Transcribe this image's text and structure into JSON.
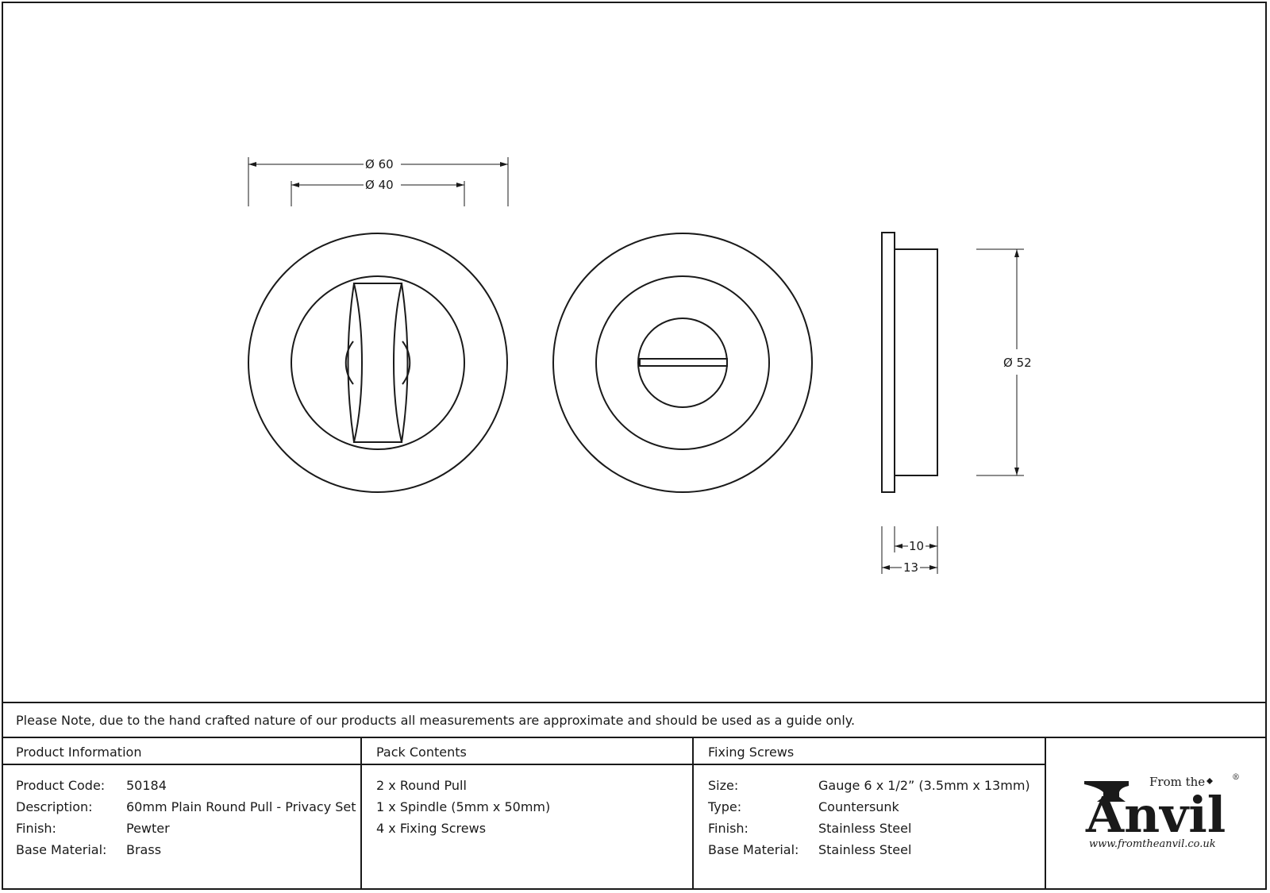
{
  "dimensions": {
    "outer_diameter": "Ø 60",
    "inner_diameter": "Ø 40",
    "height_diameter": "Ø 52",
    "depth_inner": "10",
    "depth_total": "13"
  },
  "note": "Please Note, due to the hand crafted nature of our products all measurements are approximate and should be used as a guide only.",
  "product_information": {
    "heading": "Product Information",
    "rows": [
      {
        "label": "Product Code:",
        "value": "50184"
      },
      {
        "label": "Description:",
        "value": "60mm Plain Round Pull - Privacy Set"
      },
      {
        "label": "Finish:",
        "value": "Pewter"
      },
      {
        "label": "Base Material:",
        "value": "Brass"
      }
    ]
  },
  "pack_contents": {
    "heading": "Pack Contents",
    "items": [
      "2 x Round Pull",
      "1 x Spindle (5mm x 50mm)",
      "4 x Fixing Screws"
    ]
  },
  "fixing_screws": {
    "heading": "Fixing Screws",
    "rows": [
      {
        "label": "Size:",
        "value": "Gauge 6 x 1/2” (3.5mm x 13mm)"
      },
      {
        "label": "Type:",
        "value": "Countersunk"
      },
      {
        "label": "Finish:",
        "value": "Stainless Steel"
      },
      {
        "label": "Base Material:",
        "value": "Stainless Steel"
      }
    ]
  },
  "logo": {
    "line1": "From the",
    "line2": "Anvil",
    "registered": "®",
    "url": "www.fromtheanvil.co.uk"
  }
}
